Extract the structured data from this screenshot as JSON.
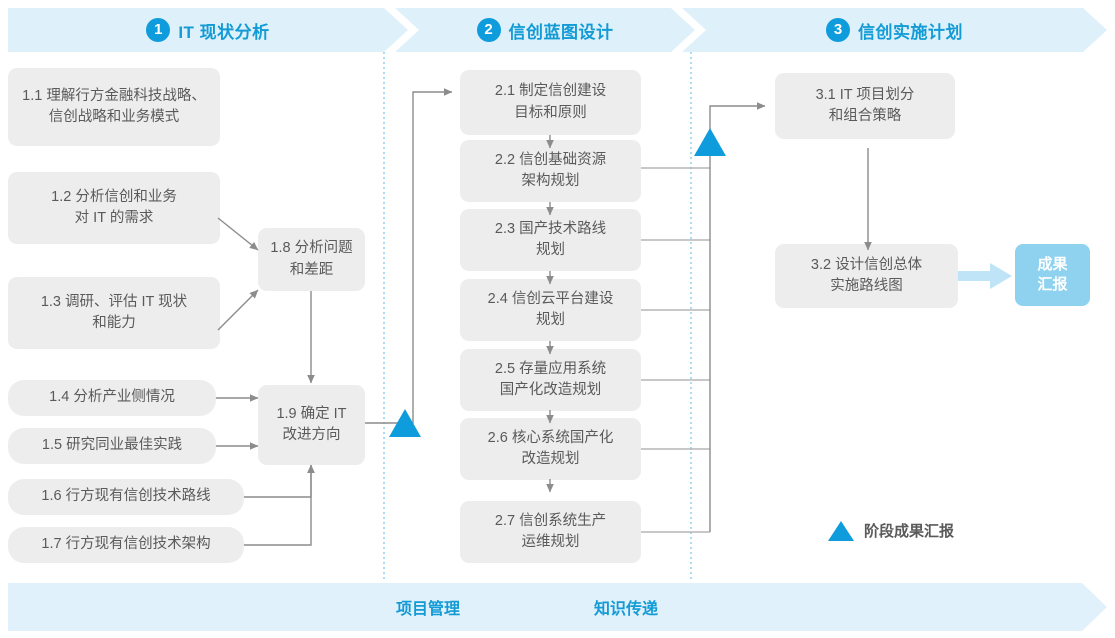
{
  "phases": [
    {
      "num": "1",
      "title": "IT 现状分析"
    },
    {
      "num": "2",
      "title": "信创蓝图设计"
    },
    {
      "num": "3",
      "title": "信创实施计划"
    }
  ],
  "colors": {
    "band": "#DEF0FA",
    "accent": "#139BD6",
    "circle": "#0E9CDC",
    "box_fill": "#EDEDED",
    "box_text": "#5A5A5A",
    "badge_fill": "#8ED2F0",
    "connector": "#8C8C8C",
    "milestone_triangle": "#0E9CDC",
    "divider": "#7FC9EA"
  },
  "phase1_boxes": [
    {
      "id": "1.1",
      "text": "1.1 理解行方金融科技战略、\n信创战略和业务模式"
    },
    {
      "id": "1.2",
      "text": "1.2 分析信创和业务\n对 IT 的需求"
    },
    {
      "id": "1.3",
      "text": "1.3 调研、评估 IT 现状\n和能力"
    },
    {
      "id": "1.4",
      "text": "1.4 分析产业侧情况"
    },
    {
      "id": "1.5",
      "text": "1.5 研究同业最佳实践"
    },
    {
      "id": "1.6",
      "text": "1.6 行方现有信创技术路线"
    },
    {
      "id": "1.7",
      "text": "1.7 行方现有信创技术架构"
    },
    {
      "id": "1.8",
      "text": "1.8 分析问题\n和差距"
    },
    {
      "id": "1.9",
      "text": "1.9 确定 IT\n改进方向"
    }
  ],
  "phase2_boxes": [
    {
      "id": "2.1",
      "text": "2.1 制定信创建设\n目标和原则"
    },
    {
      "id": "2.2",
      "text": "2.2 信创基础资源\n架构规划"
    },
    {
      "id": "2.3",
      "text": "2.3 国产技术路线\n规划"
    },
    {
      "id": "2.4",
      "text": "2.4 信创云平台建设\n规划"
    },
    {
      "id": "2.5",
      "text": "2.5 存量应用系统\n国产化改造规划"
    },
    {
      "id": "2.6",
      "text": "2.6 核心系统国产化\n改造规划"
    },
    {
      "id": "2.7",
      "text": "2.7 信创系统生产\n运维规划"
    }
  ],
  "phase3_boxes": [
    {
      "id": "3.1",
      "text": "3.1 IT 项目划分\n和组合策略"
    },
    {
      "id": "3.2",
      "text": "3.2 设计信创总体\n实施路线图"
    }
  ],
  "result_badge": {
    "text": "成果\n汇报"
  },
  "legend": {
    "label": "阶段成果汇报"
  },
  "bottom_band": {
    "labels": [
      {
        "text": "项目管理"
      },
      {
        "text": "知识传递"
      }
    ]
  }
}
